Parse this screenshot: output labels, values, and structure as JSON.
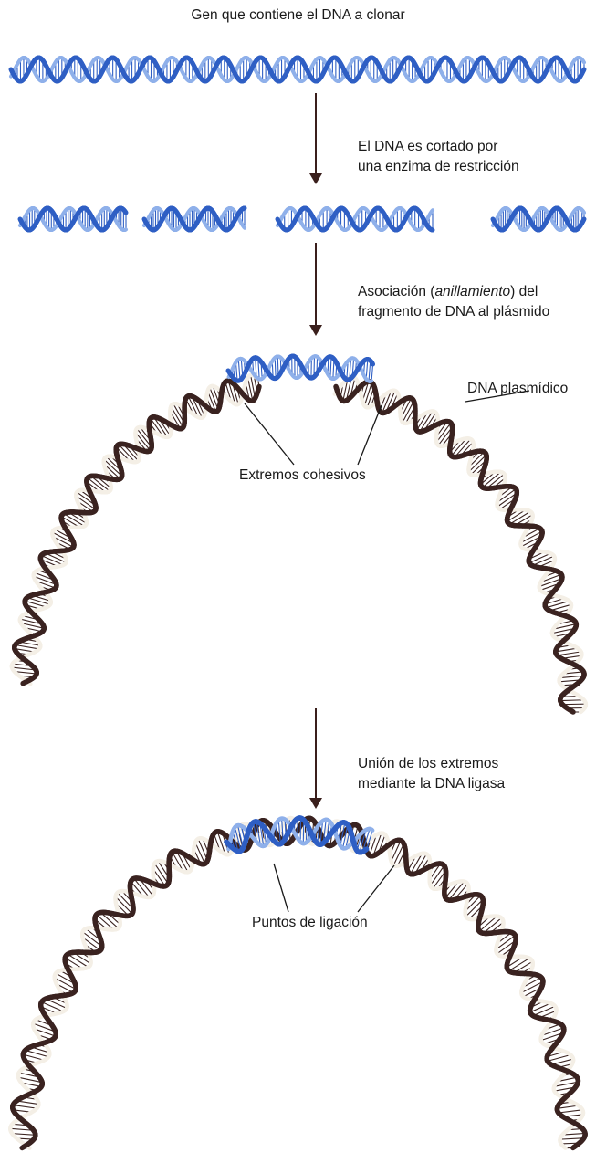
{
  "labels": {
    "title": "Gen que contiene el DNA a clonar",
    "step1_line1": "El DNA es cortado por",
    "step1_line2": "una enzima de restricción",
    "step2_line1_a": "Asociación (",
    "step2_line1_em": "anillamiento",
    "step2_line1_b": ") del",
    "step2_line2": "fragmento de DNA al plásmido",
    "plasmid_dna": "DNA plasmídico",
    "sticky_ends": "Extremos cohesivos",
    "step3_line1": "Unión de los extremos",
    "step3_line2": "mediante la DNA ligasa",
    "ligation_points": "Puntos de ligación"
  },
  "colors": {
    "donor_dna": "#2f5fc4",
    "donor_dna_light": "#8fb0ea",
    "plasmid_dna": "#3a2320",
    "plasmid_dna_light": "#f4efe6",
    "arrow": "#3a1f1c",
    "leader_line": "#1a1a1a"
  }
}
